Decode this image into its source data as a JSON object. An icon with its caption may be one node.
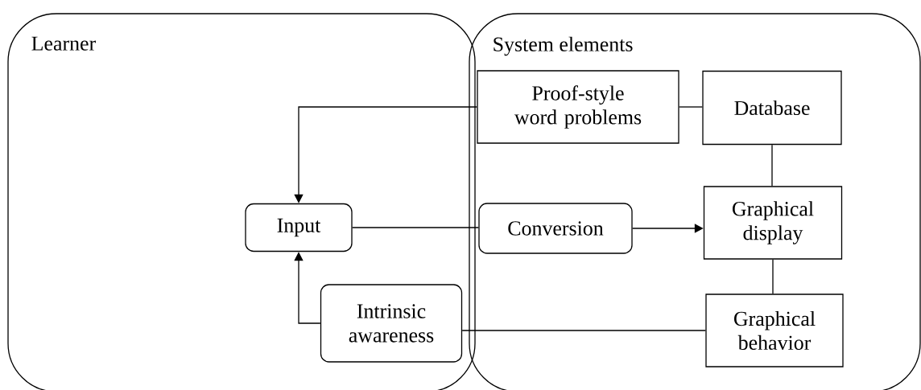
{
  "diagram": {
    "nodes": [
      {
        "text": [
          "Learner"
        ]
      },
      {
        "text": [
          "System elements"
        ]
      },
      {
        "text": [
          "Proof-style word problems"
        ],
        "in": 1
      },
      {
        "text": [
          "Database"
        ],
        "in": 1
      },
      {
        "text": [
          "Input"
        ],
        "in": 0
      },
      {
        "text": [
          "Conversion"
        ],
        "in": 1
      },
      {
        "text": [
          "Graphical display"
        ],
        "in": 1
      },
      {
        "text": [
          "Intrinsic awareness"
        ],
        "in": 0
      },
      {
        "text": [
          "Graphical behavior"
        ],
        "in": 1
      }
    ],
    "edges": [
      {
        "from": 2,
        "to": 4,
        "arrow": "to"
      },
      {
        "from": 2,
        "to": 3,
        "arrow": "none"
      },
      {
        "from": 4,
        "to": 5,
        "arrow": "none"
      },
      {
        "from": 5,
        "to": 6,
        "arrow": "to"
      },
      {
        "from": 3,
        "to": 6,
        "arrow": "none"
      },
      {
        "from": 6,
        "to": 8,
        "arrow": "none"
      },
      {
        "from": 8,
        "to": 7,
        "arrow": "none"
      },
      {
        "from": 7,
        "to": 4,
        "arrow": "to"
      }
    ]
  }
}
